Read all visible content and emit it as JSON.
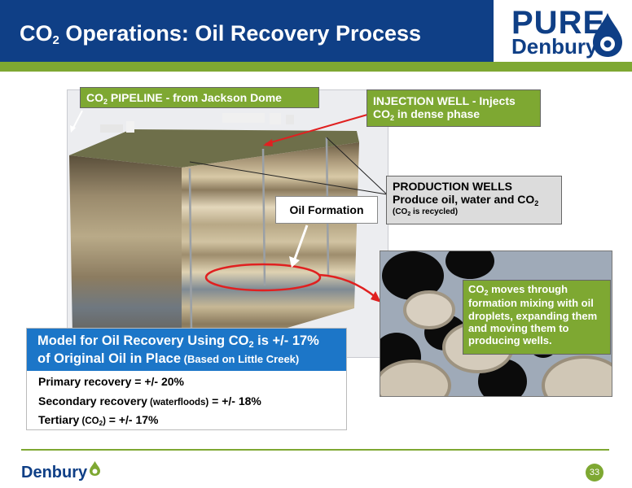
{
  "header": {
    "title_pre": "CO",
    "title_sub": "2",
    "title_post": " Operations: Oil Recovery Process",
    "logo_top": "PURE",
    "logo_bottom": "Denbury"
  },
  "callouts": {
    "pipeline": {
      "pre": "CO",
      "sub": "2",
      "post": " PIPELINE - from Jackson Dome"
    },
    "injection": {
      "line1": "INJECTION WELL - Injects",
      "line2_pre": "CO",
      "line2_sub": "2",
      "line2_post": " in dense phase"
    },
    "production": {
      "line1": "PRODUCTION WELLS",
      "line2_pre": "Produce oil, water and CO",
      "line2_sub": "2",
      "line3_pre": "(CO",
      "line3_sub": "2",
      "line3_post": " is recycled)"
    },
    "formation": "Oil Formation",
    "pore": {
      "pre": "CO",
      "sub": "2",
      "post": " moves through formation mixing with oil droplets, expanding them and moving them to producing wells."
    }
  },
  "model": {
    "head_pre": "Model for Oil Recovery Using CO",
    "head_sub": "2",
    "head_post": " is +/- 17%",
    "head_line2": "of Original Oil in Place",
    "head_note": " (Based on Little Creek)",
    "primary": "Primary recovery = +/- 20%",
    "secondary_pre": "Secondary recovery",
    "secondary_note": " (waterfloods)",
    "secondary_post": " = +/- 18%",
    "tertiary_pre": "Tertiary",
    "tertiary_note_pre": " (CO",
    "tertiary_note_sub": "2",
    "tertiary_note_post": ")",
    "tertiary_post": " = +/- 17%"
  },
  "footer": {
    "logo": "Denbury",
    "page": "33"
  },
  "colors": {
    "navy": "#0f3f86",
    "green": "#7ea832",
    "blue": "#1c76c8",
    "arrow_red": "#e02020"
  }
}
